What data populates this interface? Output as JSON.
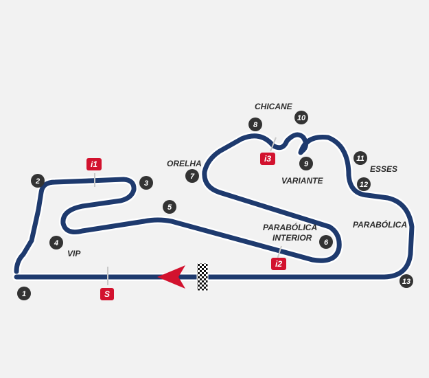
{
  "colors": {
    "track": "#1e3a6e",
    "track_border": "#ffffff",
    "turn_badge": "#333333",
    "sector_badge": "#d2122e",
    "direction_arrow": "#d2122e",
    "background": "#f2f2f2"
  },
  "turns": [
    "1",
    "2",
    "3",
    "4",
    "5",
    "6",
    "7",
    "8",
    "9",
    "10",
    "11",
    "12",
    "13"
  ],
  "corner_labels": {
    "vip": "VIP",
    "orelha": "ORELHA",
    "chicane": "CHICANE",
    "variante": "VARIANTE",
    "esses": "ESSES",
    "parabolica": "PARABÓLICA",
    "parabolica_interior_1": "PARABÓLICA",
    "parabolica_interior_2": "INTERIOR"
  },
  "sectors": {
    "start": "S",
    "i1": "i1",
    "i2": "i2",
    "i3": "i3"
  },
  "icons": {
    "start_finish": "checkered-flag-icon",
    "direction": "direction-arrow-icon"
  }
}
